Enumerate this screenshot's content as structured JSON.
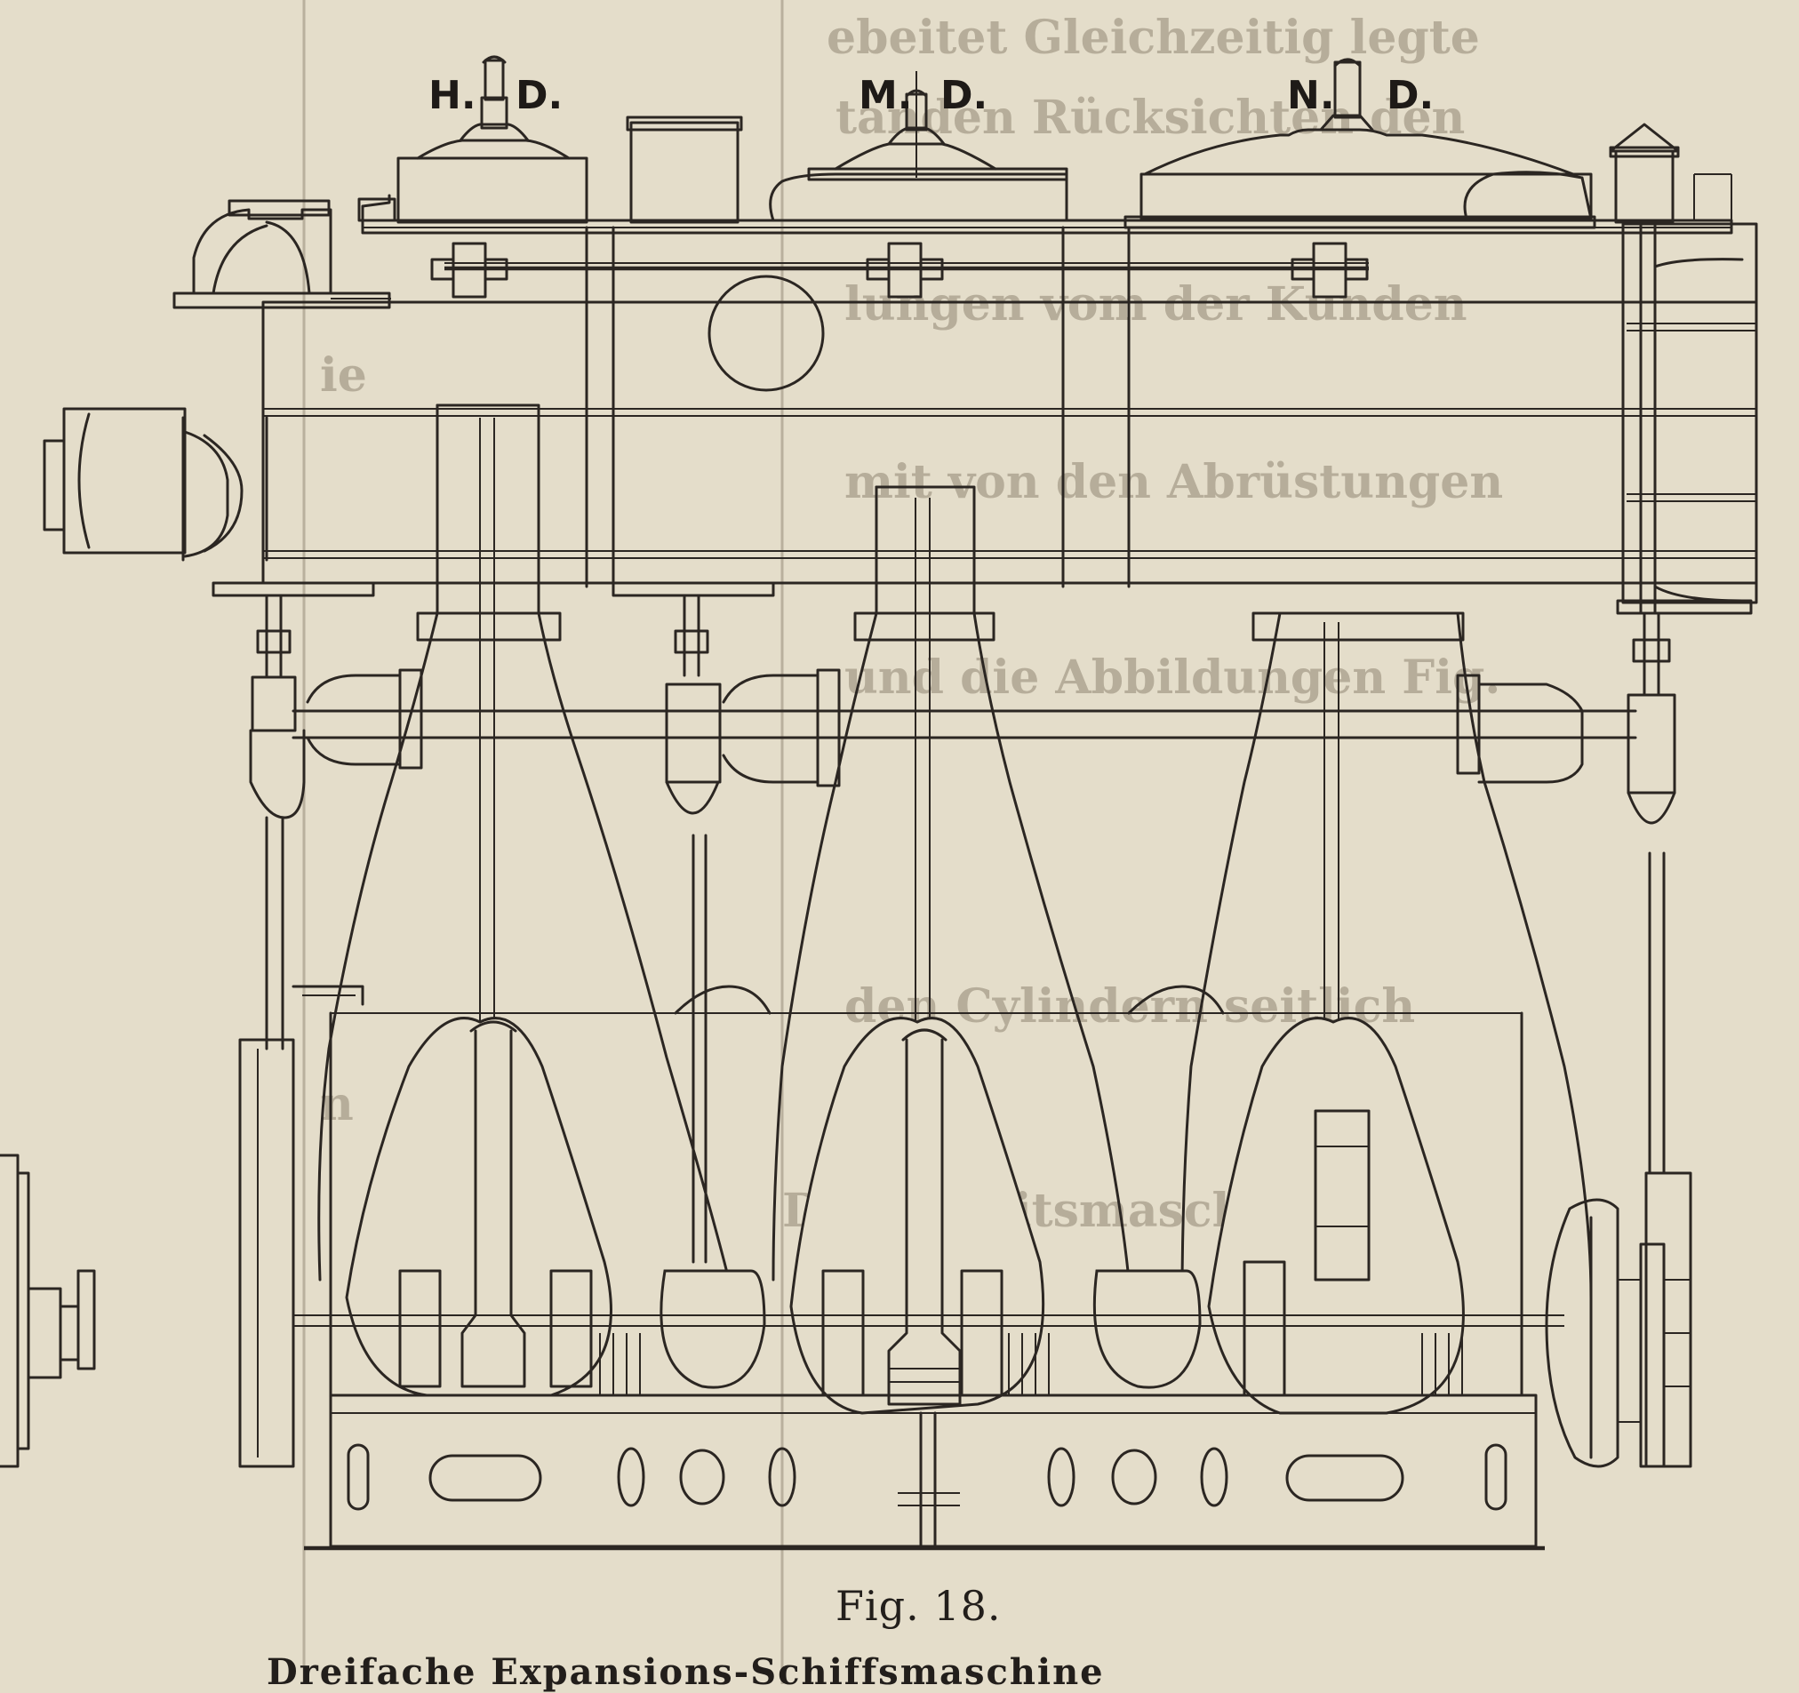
{
  "labels": {
    "hp": "H.",
    "hp2": "D.",
    "mp": "M.",
    "mp2": "D.",
    "lp": "N.",
    "lp2": "D."
  },
  "caption": "Fig. 18.",
  "footer_text": "Dreifache Expansions-Schiffsmaschine"
}
